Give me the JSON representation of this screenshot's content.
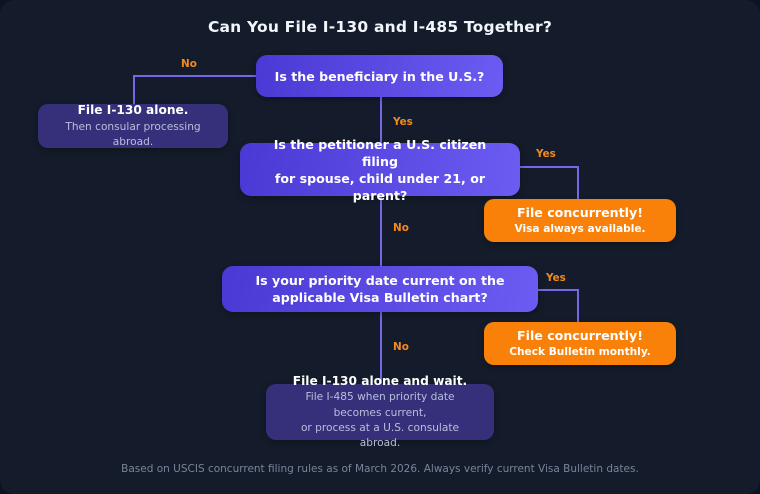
{
  "page": {
    "title": "Can You File I-130 and I-485 Together?",
    "footer": "Based on USCIS concurrent filing rules as of March 2026. Always verify current Visa Bulletin dates.",
    "background_color": "#141c2b",
    "decision_color": "#5a4ae3",
    "action_color": "#f98109",
    "wait_color": "#36307a",
    "connector_color": "#7468e6",
    "label_color": "#f5891e"
  },
  "nodes": {
    "q1": {
      "text": "Is the beneficiary in the U.S.?"
    },
    "q2": {
      "line1": "Is the petitioner a U.S. citizen filing",
      "line2": "for spouse, child under 21, or parent?"
    },
    "q3": {
      "line1": "Is your priority date current on the",
      "line2": "applicable Visa Bulletin chart?"
    },
    "out_consular": {
      "headline": "File I-130 alone.",
      "sub": "Then consular processing abroad."
    },
    "out_concurrent_1": {
      "headline": "File concurrently!",
      "sub": "Visa always available."
    },
    "out_concurrent_2": {
      "headline": "File concurrently!",
      "sub": "Check Bulletin monthly."
    },
    "out_wait": {
      "headline": "File I-130 alone and wait.",
      "sub_line1": "File I-485 when priority date becomes current,",
      "sub_line2": "or process at a U.S. consulate abroad."
    }
  },
  "edges": {
    "q1_no": "No",
    "q1_yes": "Yes",
    "q2_yes": "Yes",
    "q2_no": "No",
    "q3_yes": "Yes",
    "q3_no": "No"
  }
}
